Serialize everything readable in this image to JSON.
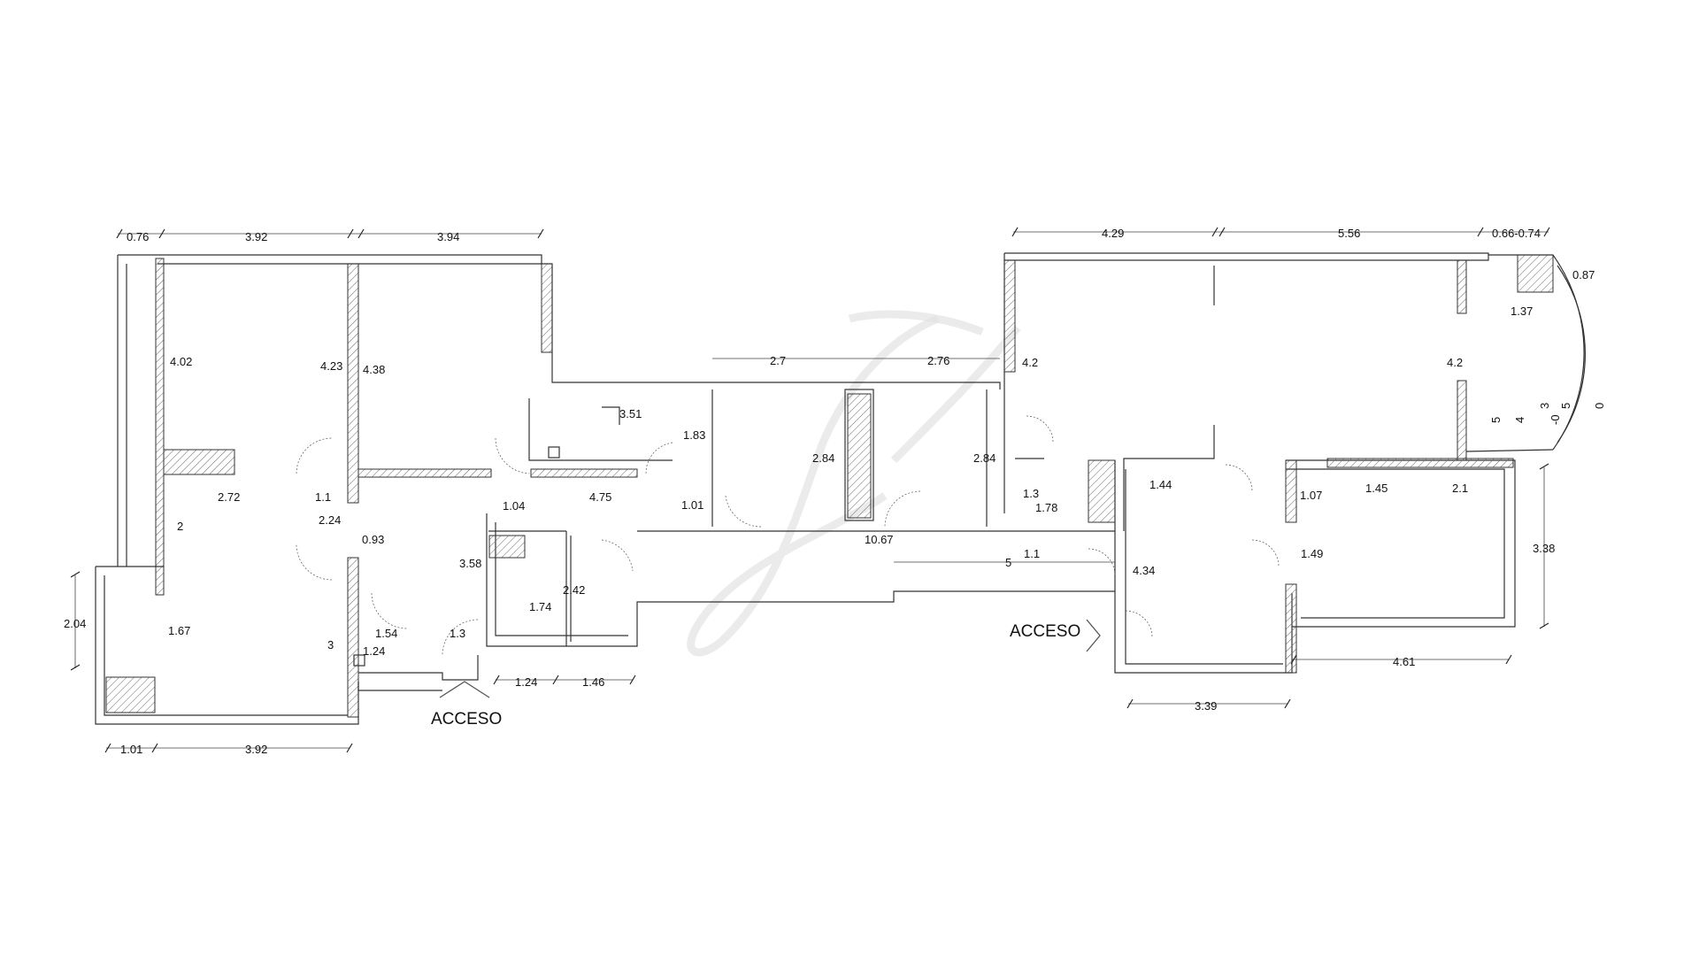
{
  "plan": {
    "access_labels": [
      "ACCESO",
      "ACCESO"
    ],
    "dims": {
      "d076": "0.76",
      "d392a": "3.92",
      "d394": "3.94",
      "d429": "4.29",
      "d556": "5.56",
      "d066074": "0.66-0.74",
      "d087": "0.87",
      "d402": "4.02",
      "d423": "4.23",
      "d438": "4.38",
      "d27": "2.7",
      "d276": "2.76",
      "d42a": "4.2",
      "d137": "1.37",
      "d42b": "4.2",
      "d351": "3.51",
      "d183": "1.83",
      "d284a": "2.84",
      "d284b": "2.84",
      "d272": "2.72",
      "d11a": "1.1",
      "d104": "1.04",
      "d475": "4.75",
      "d101a": "1.01",
      "d13a": "1.3",
      "d178": "1.78",
      "d144": "1.44",
      "d107": "1.07",
      "d145": "1.45",
      "d21": "2.1",
      "d2": "2",
      "d224": "2.24",
      "d093": "0.93",
      "d1067": "10.67",
      "d358": "3.58",
      "d5": "5",
      "d11b": "1.1",
      "d434": "4.34",
      "d149": "1.49",
      "d338": "3.38",
      "d242": "2.42",
      "d174": "1.74",
      "d204": "2.04",
      "d167": "1.67",
      "d3": "3",
      "d154": "1.54",
      "d13b": "1.3",
      "d124a": "1.24",
      "d124b": "1.24",
      "d146": "1.46",
      "d461": "4.61",
      "d339": "3.39",
      "d101b": "1.01",
      "d392b": "3.92",
      "arc": [
        "5",
        "4",
        "3",
        "-0",
        "5",
        "0"
      ]
    }
  }
}
